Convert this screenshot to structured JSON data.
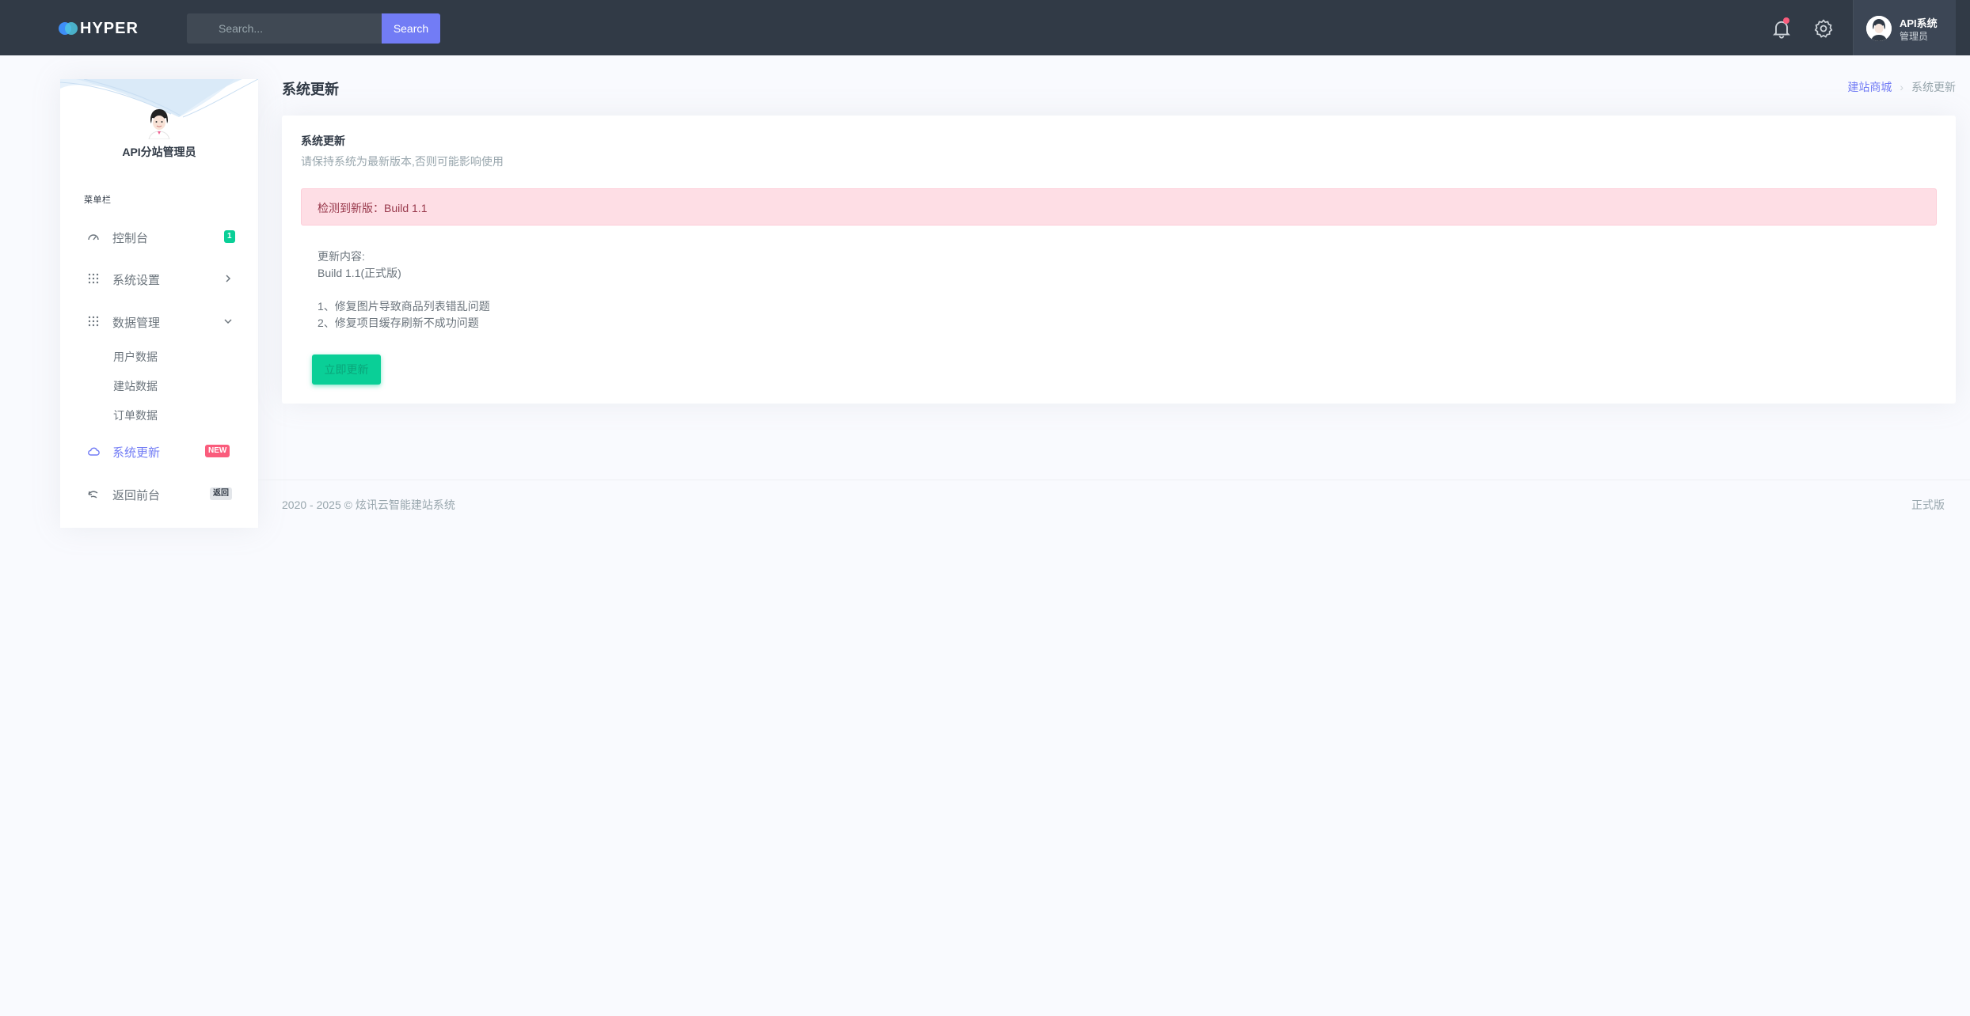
{
  "brand": {
    "name": "HYPER"
  },
  "search": {
    "placeholder": "Search...",
    "button_label": "Search"
  },
  "user": {
    "name": "API系统",
    "role": "管理员"
  },
  "sidebar": {
    "user_name": "API分站管理员",
    "menu_title": "菜单栏",
    "items": [
      {
        "label": "控制台",
        "icon": "dashboard-icon",
        "badge": "1"
      },
      {
        "label": "系统设置",
        "icon": "grid-icon"
      },
      {
        "label": "数据管理",
        "icon": "grid-icon"
      },
      {
        "label": "系统更新",
        "icon": "cloud-icon",
        "badge": "NEW",
        "active": true
      },
      {
        "label": "返回前台",
        "icon": "back-icon",
        "badge": "返回"
      }
    ],
    "sub_items": [
      "用户数据",
      "建站数据",
      "订单数据"
    ]
  },
  "page": {
    "title": "系统更新",
    "breadcrumb": [
      "建站商城",
      "系统更新"
    ]
  },
  "card": {
    "title": "系统更新",
    "subtitle": "请保持系统为最新版本,否则可能影响使用",
    "alert": "检测到新版：Build 1.1",
    "notes_heading": "更新内容:",
    "notes_version": "Build 1.1(正式版)",
    "notes_items": [
      "1、修复图片导致商品列表错乱问题",
      "2、修复项目缓存刷新不成功问题"
    ],
    "button_label": "立即更新"
  },
  "footer": {
    "copyright": "2020 - 2025 © 炫讯云智能建站系统",
    "edition": "正式版"
  },
  "colors": {
    "topbar": "#313a46",
    "primary": "#727cf5",
    "success": "#0acf97",
    "danger": "#fa5c7c",
    "alert_bg": "#fedee5"
  }
}
